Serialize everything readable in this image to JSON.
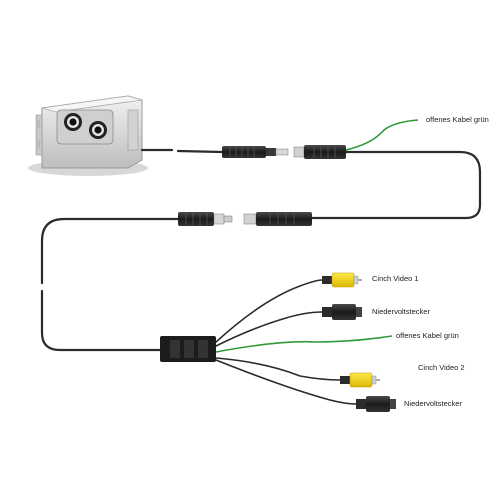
{
  "labels": {
    "green_wire_top": "offenes Kabel grün",
    "rca_video_1": "Cinch Video 1",
    "power_plug_1": "Niedervoltstecker",
    "green_wire_bottom": "offenes Kabel grün",
    "rca_video_2": "Cinch Video 2",
    "power_plug_2": "Niedervoltstecker"
  },
  "colors": {
    "cable": "#2b2b2b",
    "green_wire": "#2e9a3a",
    "rca_yellow": "#f2d400",
    "camera_body": "#dcdcdc",
    "connector": "#1c1c1c"
  },
  "icons": {
    "camera": "dual-lens-camera-icon",
    "connector": "cable-plug-icon",
    "rca": "rca-plug-icon",
    "dc": "dc-barrel-plug-icon"
  }
}
